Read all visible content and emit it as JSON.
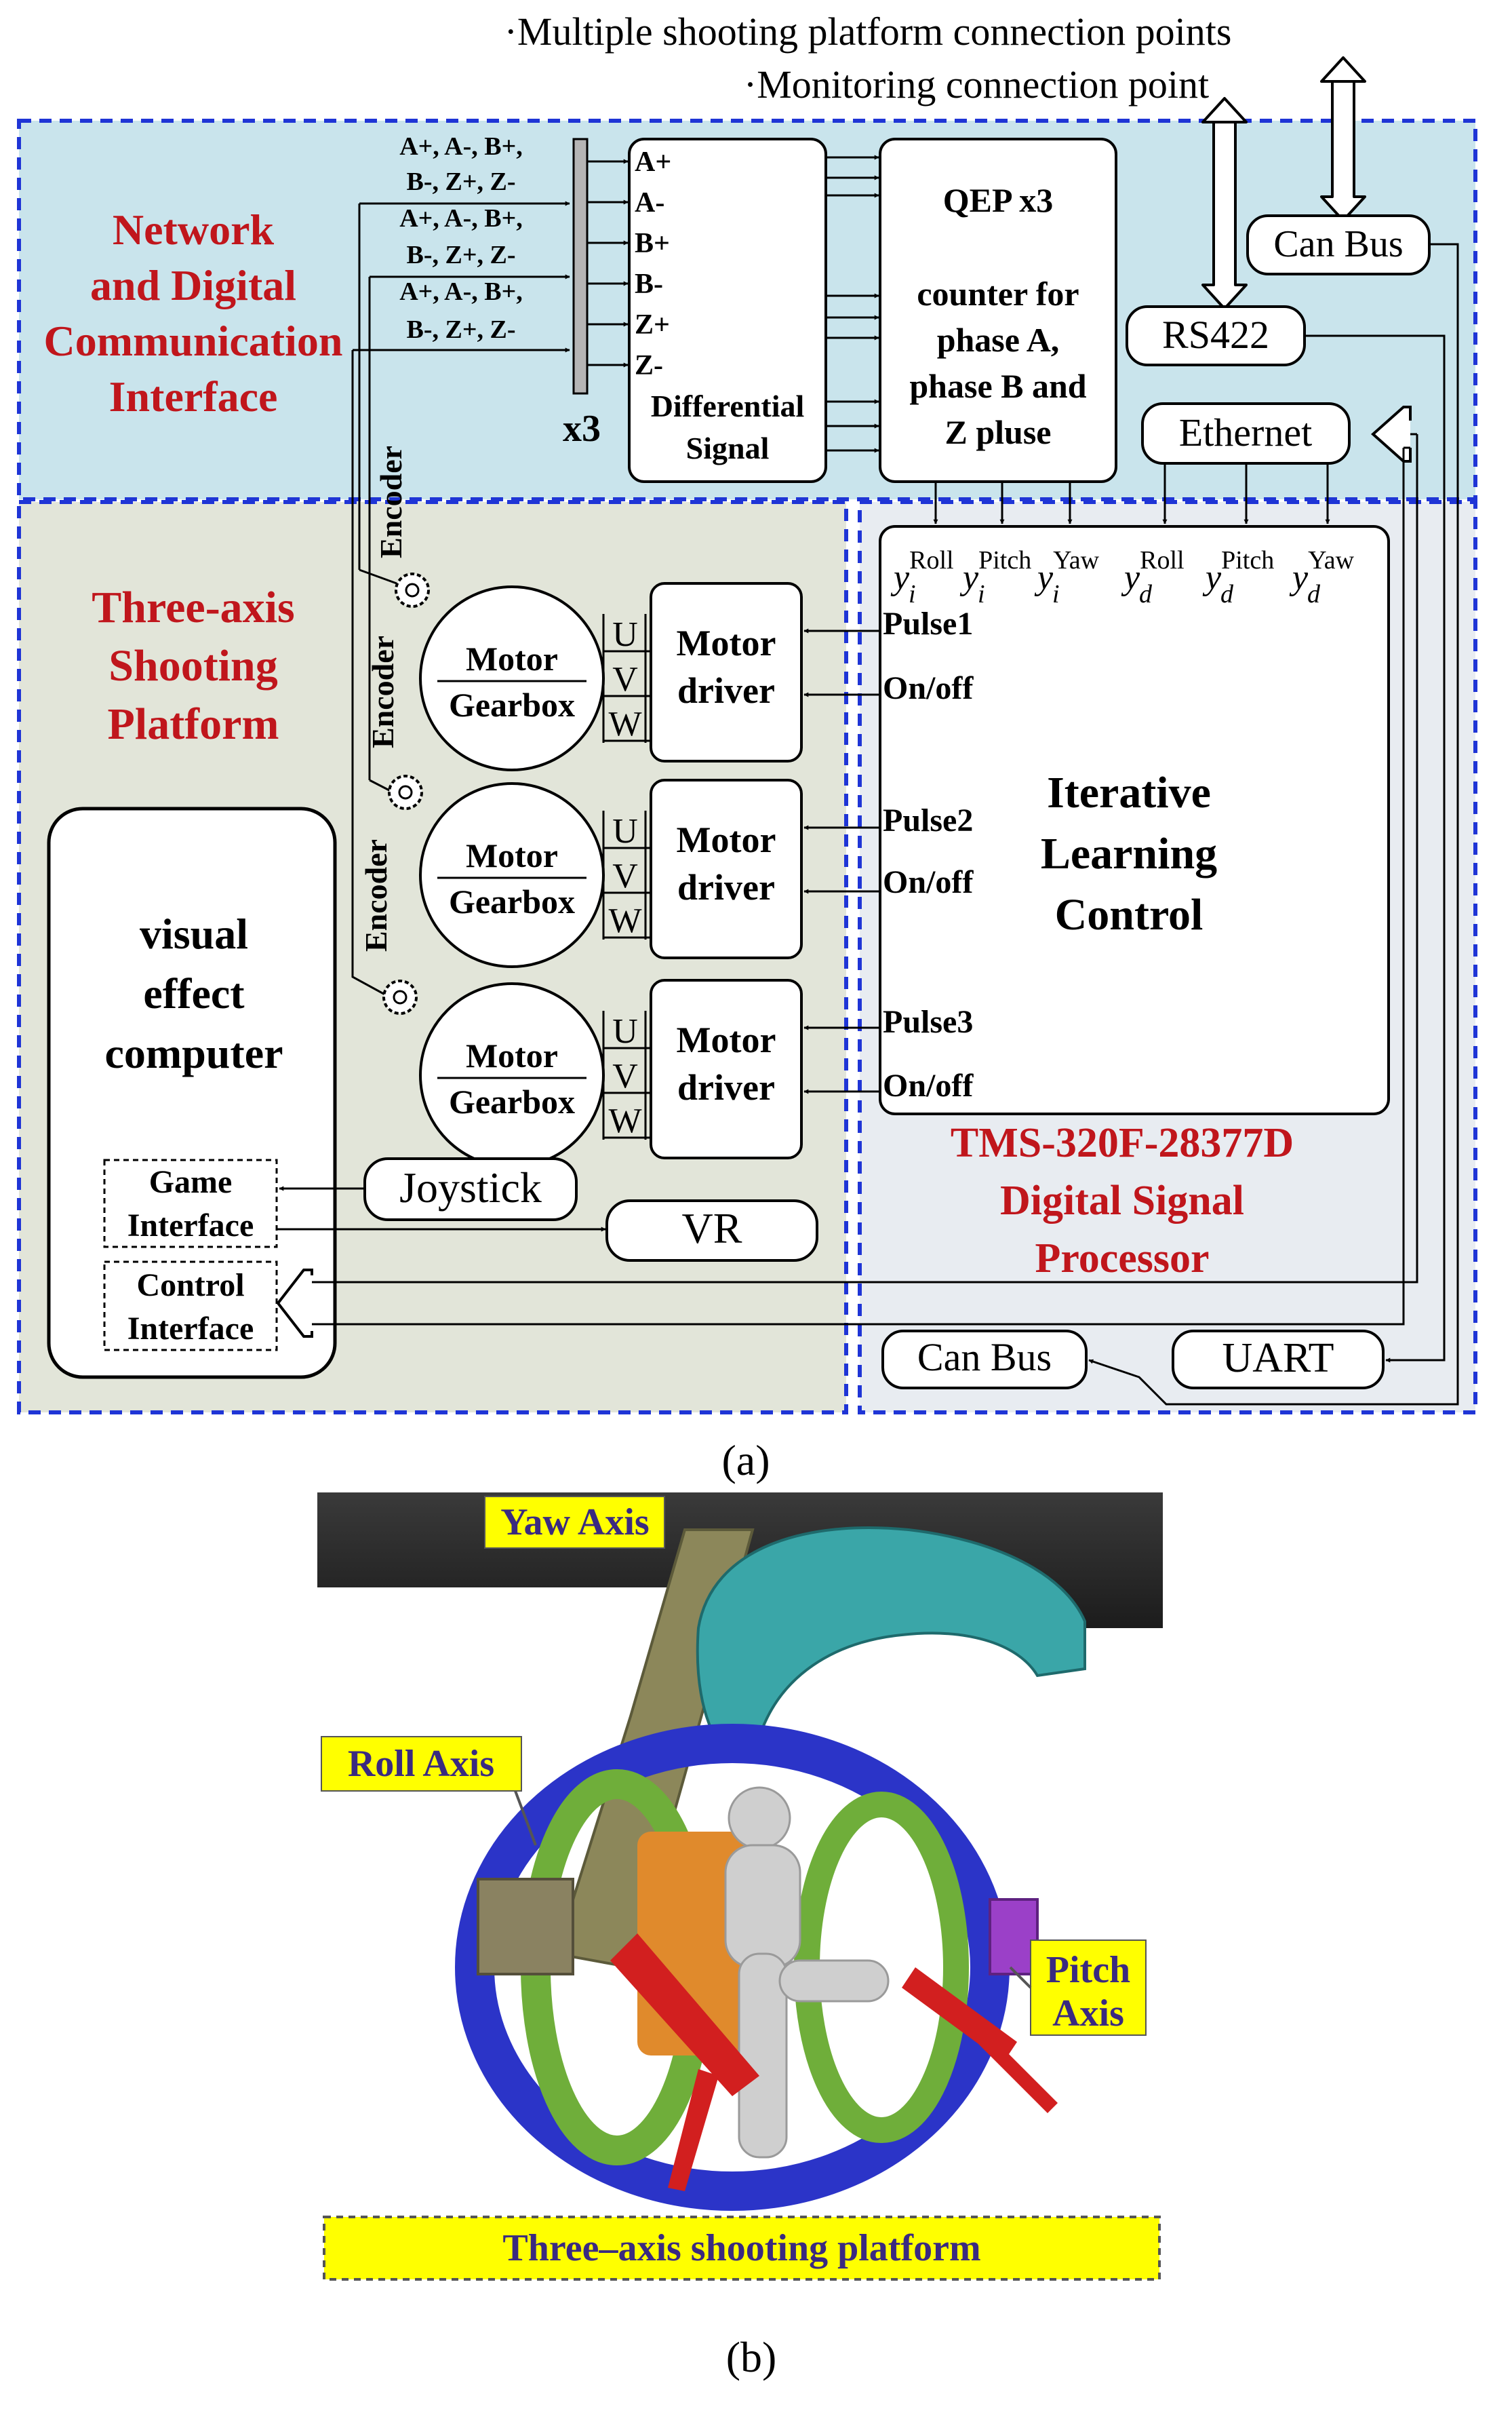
{
  "header": {
    "line1": "·Multiple shooting platform connection points",
    "line2": "·Monitoring connection point"
  },
  "network": {
    "title_lines": [
      "Network",
      "and Digital",
      "Communication",
      "Interface"
    ],
    "encoder_labels": [
      "A+, A-, B+,",
      "B-, Z+, Z-",
      "A+, A-, B+,",
      "B-, Z+, Z-",
      "A+, A-, B+,",
      "B-, Z+, Z-"
    ],
    "mux_label": "x3",
    "diff_signal_pins": [
      "A+",
      "A-",
      "B+",
      "B-",
      "Z+",
      "Z-"
    ],
    "diff_signal_label_lines": [
      "Differential",
      "Signal"
    ],
    "qep_title": "QEP x3",
    "qep_desc_lines": [
      "counter for",
      "phase A,",
      "phase B and",
      "Z pluse"
    ],
    "can_bus": "Can Bus",
    "rs422": "RS422",
    "ethernet": "Ethernet"
  },
  "platform": {
    "title_lines": [
      "Three-axis",
      "Shooting",
      "Platform"
    ],
    "encoder_text": "Encoder",
    "motor_label": "Motor",
    "gearbox_label": "Gearbox",
    "phases": [
      "U",
      "V",
      "W"
    ],
    "driver_lines": [
      "Motor",
      "driver"
    ],
    "computer_lines": [
      "visual",
      "effect",
      "computer"
    ],
    "game_interface_lines": [
      "Game",
      "Interface"
    ],
    "control_interface_lines": [
      "Control",
      "Interface"
    ],
    "joystick": "Joystick",
    "vr": "VR"
  },
  "dsp": {
    "y_base": [
      "y",
      "y",
      "y",
      "y",
      "y",
      "y"
    ],
    "y_sup": [
      "Roll",
      "Pitch",
      "Yaw",
      "Roll",
      "Pitch",
      "Yaw"
    ],
    "y_sub": [
      "i",
      "i",
      "i",
      "d",
      "d",
      "d"
    ],
    "pulses": [
      "Pulse1",
      "Pulse2",
      "Pulse3"
    ],
    "onoff": "On/off",
    "ilc_lines": [
      "Iterative",
      "Learning",
      "Control"
    ],
    "title_lines": [
      "TMS-320F-28377D",
      "Digital Signal",
      "Processor"
    ],
    "can_bus": "Can Bus",
    "uart": "UART"
  },
  "captions": {
    "a": "(a)",
    "b": "(b)"
  },
  "render": {
    "labels": {
      "yaw": "Yaw Axis",
      "roll": "Roll Axis",
      "pitch_lines": [
        "Pitch",
        "Axis"
      ],
      "platform": "Three–axis shooting platform"
    }
  },
  "colors": {
    "section_border": "#1f35d6",
    "network_bg": "#c9e4ec",
    "platform_bg": "#e2e5d9",
    "dsp_bg": "#e8ecf1",
    "title_red": "#c0161c",
    "label_yellow": "#ffff00"
  }
}
